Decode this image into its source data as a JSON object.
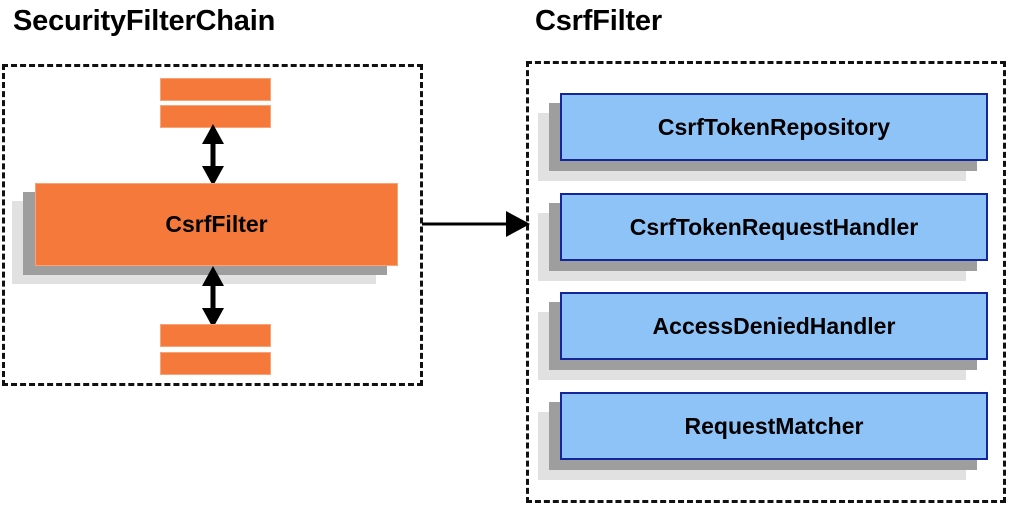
{
  "diagram": {
    "type": "architecture-block-diagram",
    "background": "#ffffff",
    "panels": [
      {
        "id": "security-filter-chain",
        "title": "SecurityFilterChain",
        "border_style": "dashed",
        "border_color": "#111111"
      },
      {
        "id": "csrf-filter",
        "title": "CsrfFilter",
        "border_style": "dashed",
        "border_color": "#111111"
      }
    ]
  },
  "left_panel": {
    "title": "SecurityFilterChain",
    "top_slabs": [
      {
        "name": "filter-slab-top-1",
        "label": ""
      },
      {
        "name": "filter-slab-top-2",
        "label": ""
      }
    ],
    "main_node": {
      "label": "CsrfFilter",
      "fill": "#f4793b",
      "border": "#f9a477"
    },
    "bottom_slabs": [
      {
        "name": "filter-slab-bottom-1",
        "label": ""
      },
      {
        "name": "filter-slab-bottom-2",
        "label": ""
      }
    ],
    "connectors": [
      {
        "name": "arrow-top",
        "direction": "bidirectional",
        "orientation": "vertical"
      },
      {
        "name": "arrow-bottom",
        "direction": "bidirectional",
        "orientation": "vertical"
      }
    ]
  },
  "right_panel": {
    "title": "CsrfFilter",
    "collaborators": [
      {
        "label": "CsrfTokenRepository",
        "fill": "#8ec3f8",
        "border": "#13269b"
      },
      {
        "label": "CsrfTokenRequestHandler",
        "fill": "#8ec3f8",
        "border": "#13269b"
      },
      {
        "label": "AccessDeniedHandler",
        "fill": "#8ec3f8",
        "border": "#13269b"
      },
      {
        "label": "RequestMatcher",
        "fill": "#8ec3f8",
        "border": "#13269b"
      }
    ]
  },
  "link": {
    "name": "expand-arrow",
    "direction": "unidirectional",
    "orientation": "horizontal",
    "from": "SecurityFilterChain.CsrfFilter",
    "to": "CsrfFilter"
  },
  "colors": {
    "orange_fill": "#f4793b",
    "orange_border": "#f9a477",
    "blue_fill": "#8ec3f8",
    "blue_border": "#13269b",
    "shadow_near": "#9e9e9e",
    "shadow_far": "#e1e1e1",
    "outline": "#111111",
    "text": "#000000"
  }
}
